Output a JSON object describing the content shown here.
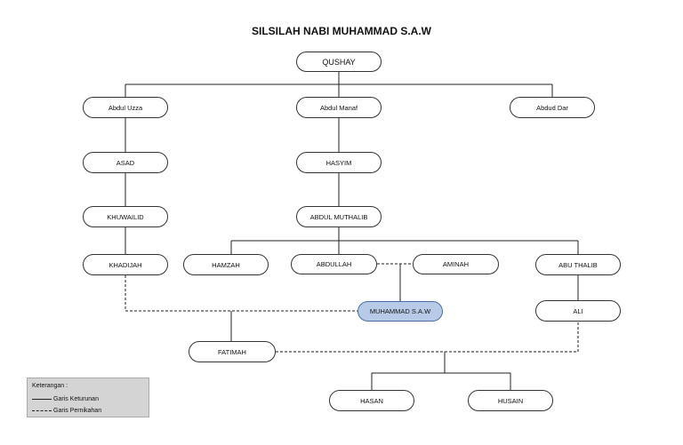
{
  "title": "SILSILAH NABI MUHAMMAD S.A.W",
  "nodes": {
    "qushay": "QUSHAY",
    "abdul_uzza": "Abdul Uzza",
    "abdul_manaf": "Abdul Manaf",
    "abdud_dar": "Abdud Dar",
    "asad": "ASAD",
    "hasyim": "HASYIM",
    "khuwailid": "KHUWAILID",
    "abdul_muthalib": "ABDUL MUTHALIB",
    "khadijah": "KHADIJAH",
    "hamzah": "HAMZAH",
    "abdullah": "ABDULLAH",
    "aminah": "AMINAH",
    "abu_thalib": "ABU THALIB",
    "muhammad": "MUHAMMAD S.A.W",
    "ali": "ALI",
    "fatimah": "FATIMAH",
    "hasan": "HASAN",
    "husain": "HUSAIN"
  },
  "legend": {
    "title": "Keterangan :",
    "descent": "Garis Keturunan",
    "marriage": "Garis Pernikahan"
  }
}
